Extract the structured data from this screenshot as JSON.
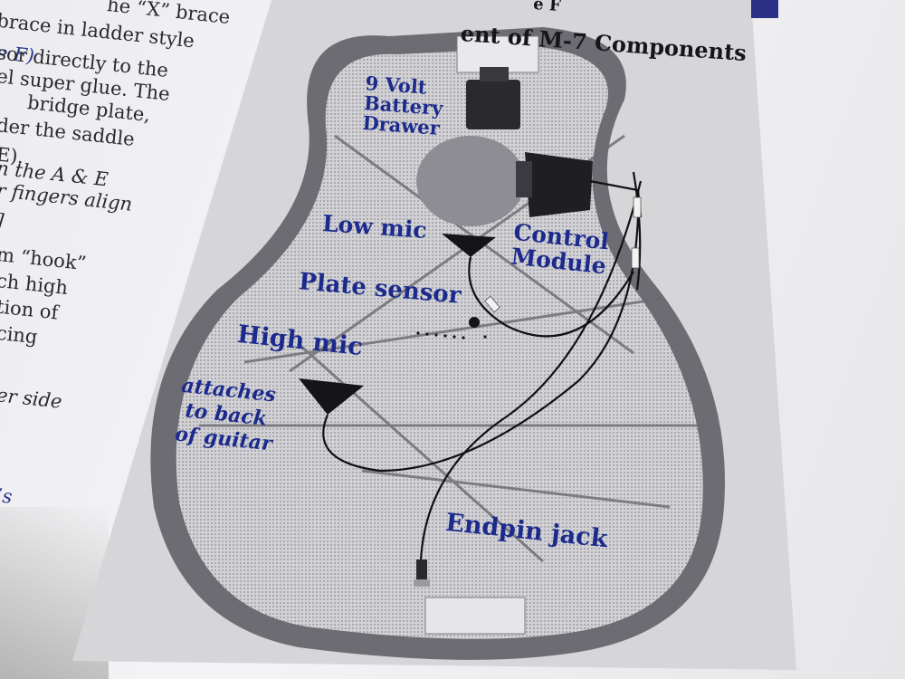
{
  "left_column": {
    "lines": [
      {
        "text": "he “X” brace",
        "style": "plain"
      },
      {
        "text": "brace in ladder style",
        "style": "plain"
      },
      {
        "text": "e F)",
        "style": "italic blue"
      },
      {
        "text": "sor directly to the",
        "style": "plain"
      },
      {
        "text": "el super glue. The",
        "style": "plain"
      },
      {
        "text": "bridge plate,",
        "style": "plain"
      },
      {
        "text": "der the saddle",
        "style": "plain"
      },
      {
        "text": "E).",
        "style": "plain"
      },
      {
        "text": "n the A & E",
        "style": "italic"
      },
      {
        "text": "r fingers align",
        "style": "italic"
      },
      {
        "text": "]",
        "style": "italic"
      },
      {
        "text": "m “hook”",
        "style": "plain"
      },
      {
        "text": "ch high",
        "style": "plain"
      },
      {
        "text": "tion of",
        "style": "plain"
      },
      {
        "text": "cing",
        "style": "plain"
      },
      {
        "text": "er side",
        "style": "italic"
      },
      {
        "text": "’s",
        "style": "italic blue"
      }
    ]
  },
  "figure": {
    "title_top": "e F",
    "title": "ent of M-7 Components",
    "labels": {
      "battery": "9 Volt\nBattery\nDrawer",
      "low_mic": "Low mic",
      "control": "Control\nModule",
      "plate_sensor": "Plate sensor",
      "high_mic": "High mic",
      "attaches": "attaches\nto back\nof guitar",
      "endpin": "Endpin jack"
    }
  },
  "colors": {
    "label_blue": "#1b2a8c",
    "guitar_body": "#bdbdc2",
    "outline": "#5a5a60"
  }
}
